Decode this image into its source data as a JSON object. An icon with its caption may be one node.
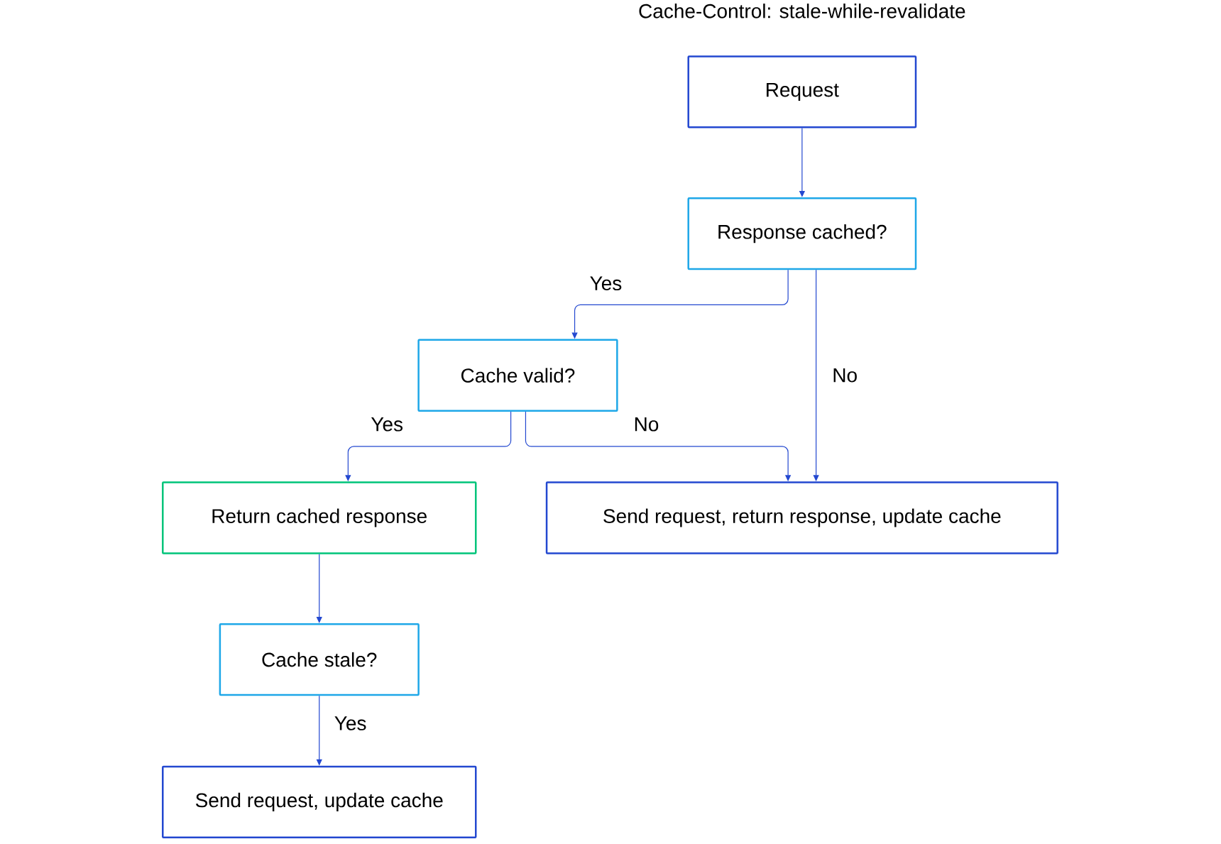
{
  "diagram": {
    "title": "Cache-Control: stale-while-revalidate",
    "nodes": [
      {
        "text": [
          "Request"
        ]
      },
      {
        "text": [
          "Response cached?"
        ]
      },
      {
        "text": [
          "Cache valid?"
        ]
      },
      {
        "text": [
          "Return cached response"
        ]
      },
      {
        "text": [
          "Send request, return response, update cache"
        ]
      },
      {
        "text": [
          "Cache stale?"
        ]
      },
      {
        "text": [
          "Send request, update cache"
        ]
      }
    ],
    "edges": [
      {
        "from": 0,
        "to": 1,
        "arrow": "to"
      },
      {
        "from": 1,
        "to": 2,
        "arrow": "to",
        "label": "Yes"
      },
      {
        "from": 1,
        "to": 4,
        "arrow": "to",
        "label": "No"
      },
      {
        "from": 2,
        "to": 3,
        "arrow": "to",
        "label": "Yes"
      },
      {
        "from": 2,
        "to": 4,
        "arrow": "to",
        "label": "No"
      },
      {
        "from": 3,
        "to": 5,
        "arrow": "to"
      },
      {
        "from": 5,
        "to": 6,
        "arrow": "to",
        "label": "Yes"
      }
    ]
  }
}
